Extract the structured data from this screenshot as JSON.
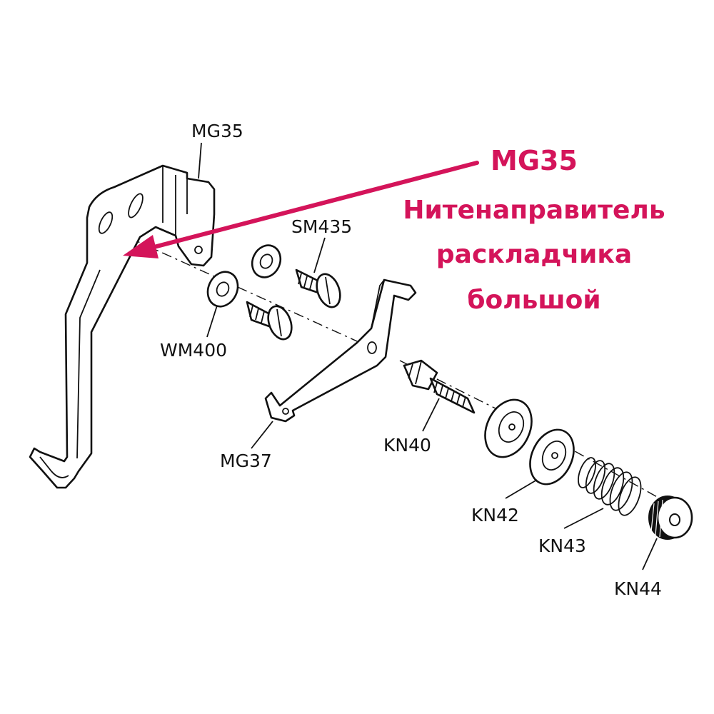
{
  "labels": {
    "mg35": "MG35",
    "sm435": "SM435",
    "wm400": "WM400",
    "mg37": "MG37",
    "kn40": "KN40",
    "kn42": "KN42",
    "kn43": "KN43",
    "kn44": "KN44"
  },
  "callout": {
    "code": "MG35",
    "line1": "Нитенаправитель",
    "line2": "раскладчика",
    "line3": "большой"
  },
  "colors": {
    "callout": "#d4145a",
    "ink": "#111111"
  }
}
